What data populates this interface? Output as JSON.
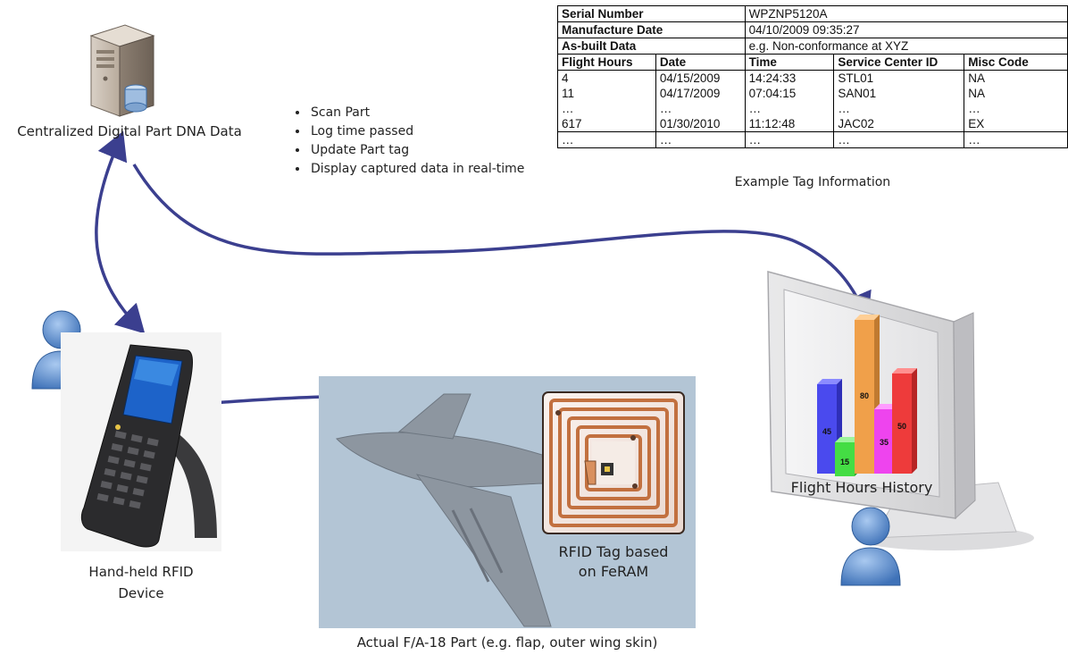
{
  "labels": {
    "central_data": "Centralized Digital Part DNA Data",
    "handheld_line1": "Hand-held RFID",
    "handheld_line2": "Device",
    "rfid_line1": "RFID Tag based",
    "rfid_line2": "on FeRAM",
    "flight_hours": "Flight Hours History",
    "part_caption": "Actual F/A-18 Part (e.g. flap, outer wing skin)",
    "tag_caption": "Example Tag Information"
  },
  "actions": [
    "Scan Part",
    "Log time passed",
    "Update Part tag",
    "Display captured data in real-time"
  ],
  "tag_table": {
    "serial_label": "Serial Number",
    "serial_value": "WPZNP5120A",
    "manufacture_label": "Manufacture Date",
    "manufacture_value": "04/10/2009 09:35:27",
    "asbuilt_label": "As-built Data",
    "asbuilt_value": "e.g. Non-conformance at XYZ",
    "headers": [
      "Flight Hours",
      "Date",
      "Time",
      "Service Center ID",
      "Misc Code"
    ],
    "rows": [
      [
        "4",
        "04/15/2009",
        "14:24:33",
        "STL01",
        "NA"
      ],
      [
        "11",
        "04/17/2009",
        "07:04:15",
        "SAN01",
        "NA"
      ],
      [
        "…",
        "…",
        "…",
        "…",
        "…"
      ],
      [
        "617",
        "01/30/2010",
        "11:12:48",
        "JAC02",
        "EX"
      ],
      [
        "…",
        "…",
        "…",
        "…",
        "…"
      ]
    ]
  },
  "bar_values": [
    "45",
    "15",
    "80",
    "35",
    "50"
  ],
  "colors": {
    "arrow": "#3b3f8f",
    "bar1": "#4a4aee",
    "bar2": "#44dd44",
    "bar3": "#f0a04a",
    "bar4": "#ee44ee",
    "bar5": "#ee3b3b",
    "user": "#5b8fd0"
  }
}
